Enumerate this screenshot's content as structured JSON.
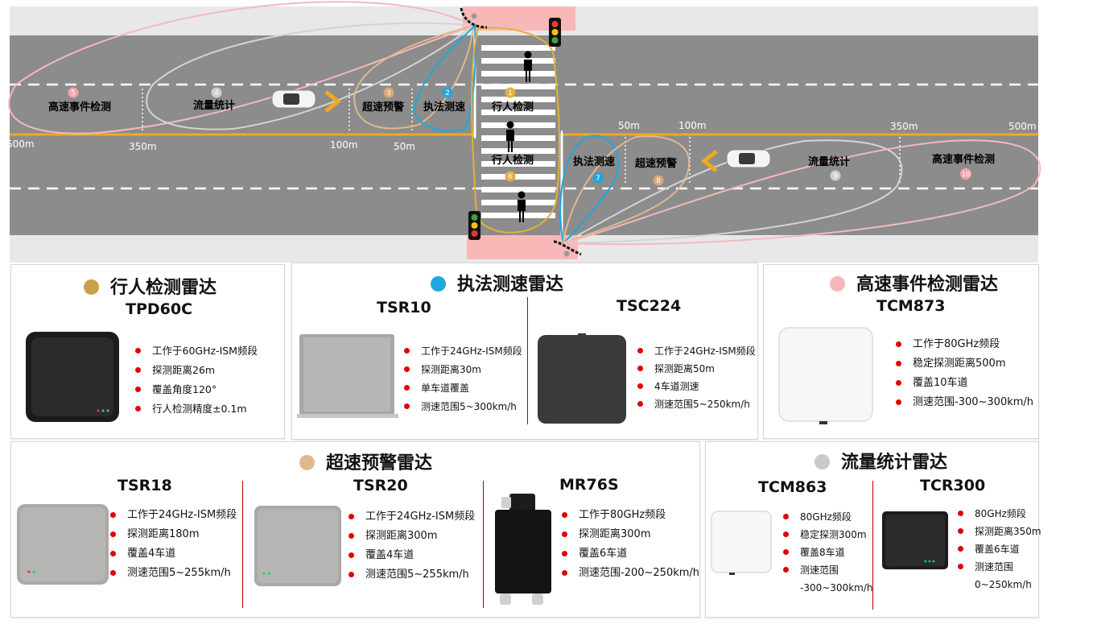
{
  "scene": {
    "zone_labels": {
      "z1": "行人检测",
      "z2": "执法测速",
      "z3": "超速预警",
      "z4": "流量统计",
      "z5": "高速事件检测",
      "z6": "行人检测",
      "z7": "执法测速",
      "z8": "超速预警",
      "z9": "流量统计",
      "z10": "高速事件检测"
    },
    "zone_numbers": {
      "z1": "1",
      "z2": "2",
      "z3": "3",
      "z4": "4",
      "z5": "5",
      "z6": "6",
      "z7": "7",
      "z8": "8",
      "z9": "9",
      "z10": "10"
    },
    "distances_left": [
      "500m",
      "350m",
      "100m",
      "50m"
    ],
    "distances_right": [
      "50m",
      "100m",
      "350m",
      "500m"
    ]
  },
  "legend_colors": {
    "pedestrian": "#c8a04a",
    "enforcement": "#1ea7e0",
    "event": "#f7b6bb",
    "overspeed": "#e0b890",
    "traffic": "#c9c9c9"
  },
  "cards": {
    "pedestrian": {
      "title": "行人检测雷达",
      "products": [
        {
          "model": "TPD60C",
          "specs": [
            "工作于60GHz-ISM频段",
            "探测距离26m",
            "覆盖角度120°",
            "行人检测精度±0.1m"
          ]
        }
      ]
    },
    "enforcement": {
      "title": "执法测速雷达",
      "products": [
        {
          "model": "TSR10",
          "specs": [
            "工作于24GHz-ISM频段",
            "探测距离30m",
            "单车道覆盖",
            "测速范围5~300km/h"
          ]
        },
        {
          "model": "TSC224",
          "specs": [
            "工作于24GHz-ISM频段",
            "探测距离50m",
            "4车道测速",
            "测速范围5~250km/h"
          ]
        }
      ]
    },
    "event": {
      "title": "高速事件检测雷达",
      "products": [
        {
          "model": "TCM873",
          "specs": [
            "工作于80GHz频段",
            "稳定探测距离500m",
            "覆盖10车道",
            "测速范围-300~300km/h"
          ]
        }
      ]
    },
    "overspeed": {
      "title": "超速预警雷达",
      "products": [
        {
          "model": "TSR18",
          "specs": [
            "工作于24GHz-ISM频段",
            "探测距离180m",
            "覆盖4车道",
            "测速范围5~255km/h"
          ]
        },
        {
          "model": "TSR20",
          "specs": [
            "工作于24GHz-ISM频段",
            "探测距离300m",
            "覆盖4车道",
            "测速范围5~255km/h"
          ]
        },
        {
          "model": "MR76S",
          "specs": [
            "工作于80GHz频段",
            "探测距离300m",
            "覆盖6车道",
            "测速范围-200~250km/h"
          ]
        }
      ]
    },
    "traffic": {
      "title": "流量统计雷达",
      "products": [
        {
          "model": "TCM863",
          "specs": [
            "80GHz频段",
            "稳定探测300m",
            "覆盖8车道",
            "测速范围",
            "-300~300km/h"
          ]
        },
        {
          "model": "TCR300",
          "specs": [
            "80GHz频段",
            "探测距离350m",
            "覆盖6车道",
            "测速范围",
            "0~250km/h"
          ]
        }
      ]
    }
  }
}
